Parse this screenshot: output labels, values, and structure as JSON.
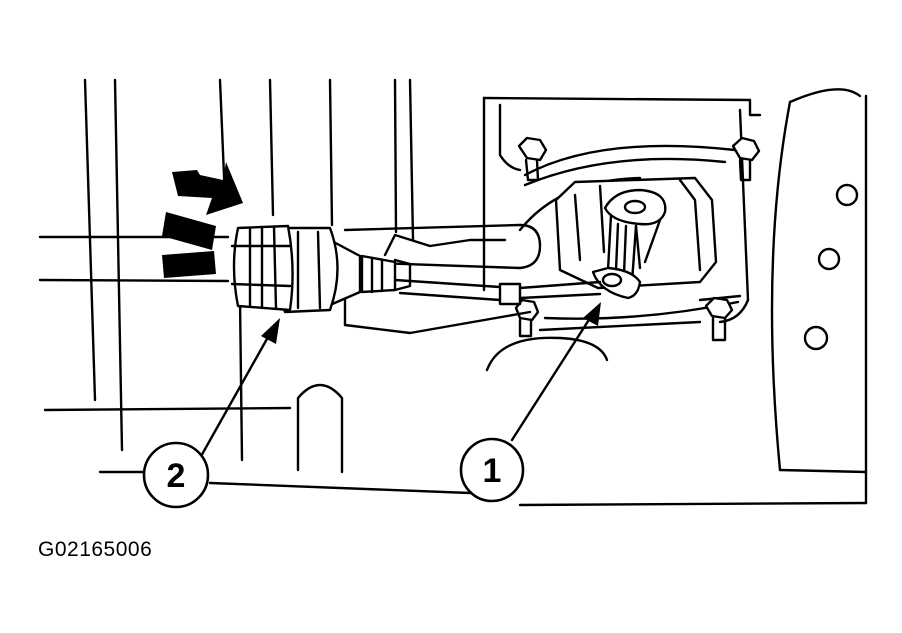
{
  "figure": {
    "callouts": [
      {
        "id": "1",
        "label": "1"
      },
      {
        "id": "2",
        "label": "2"
      }
    ],
    "figure_id": "G02165006",
    "colors": {
      "ink": "#000000",
      "paper": "#ffffff"
    },
    "icons": [
      "rotation-arrow-icon",
      "callout-arrow-icon"
    ]
  }
}
